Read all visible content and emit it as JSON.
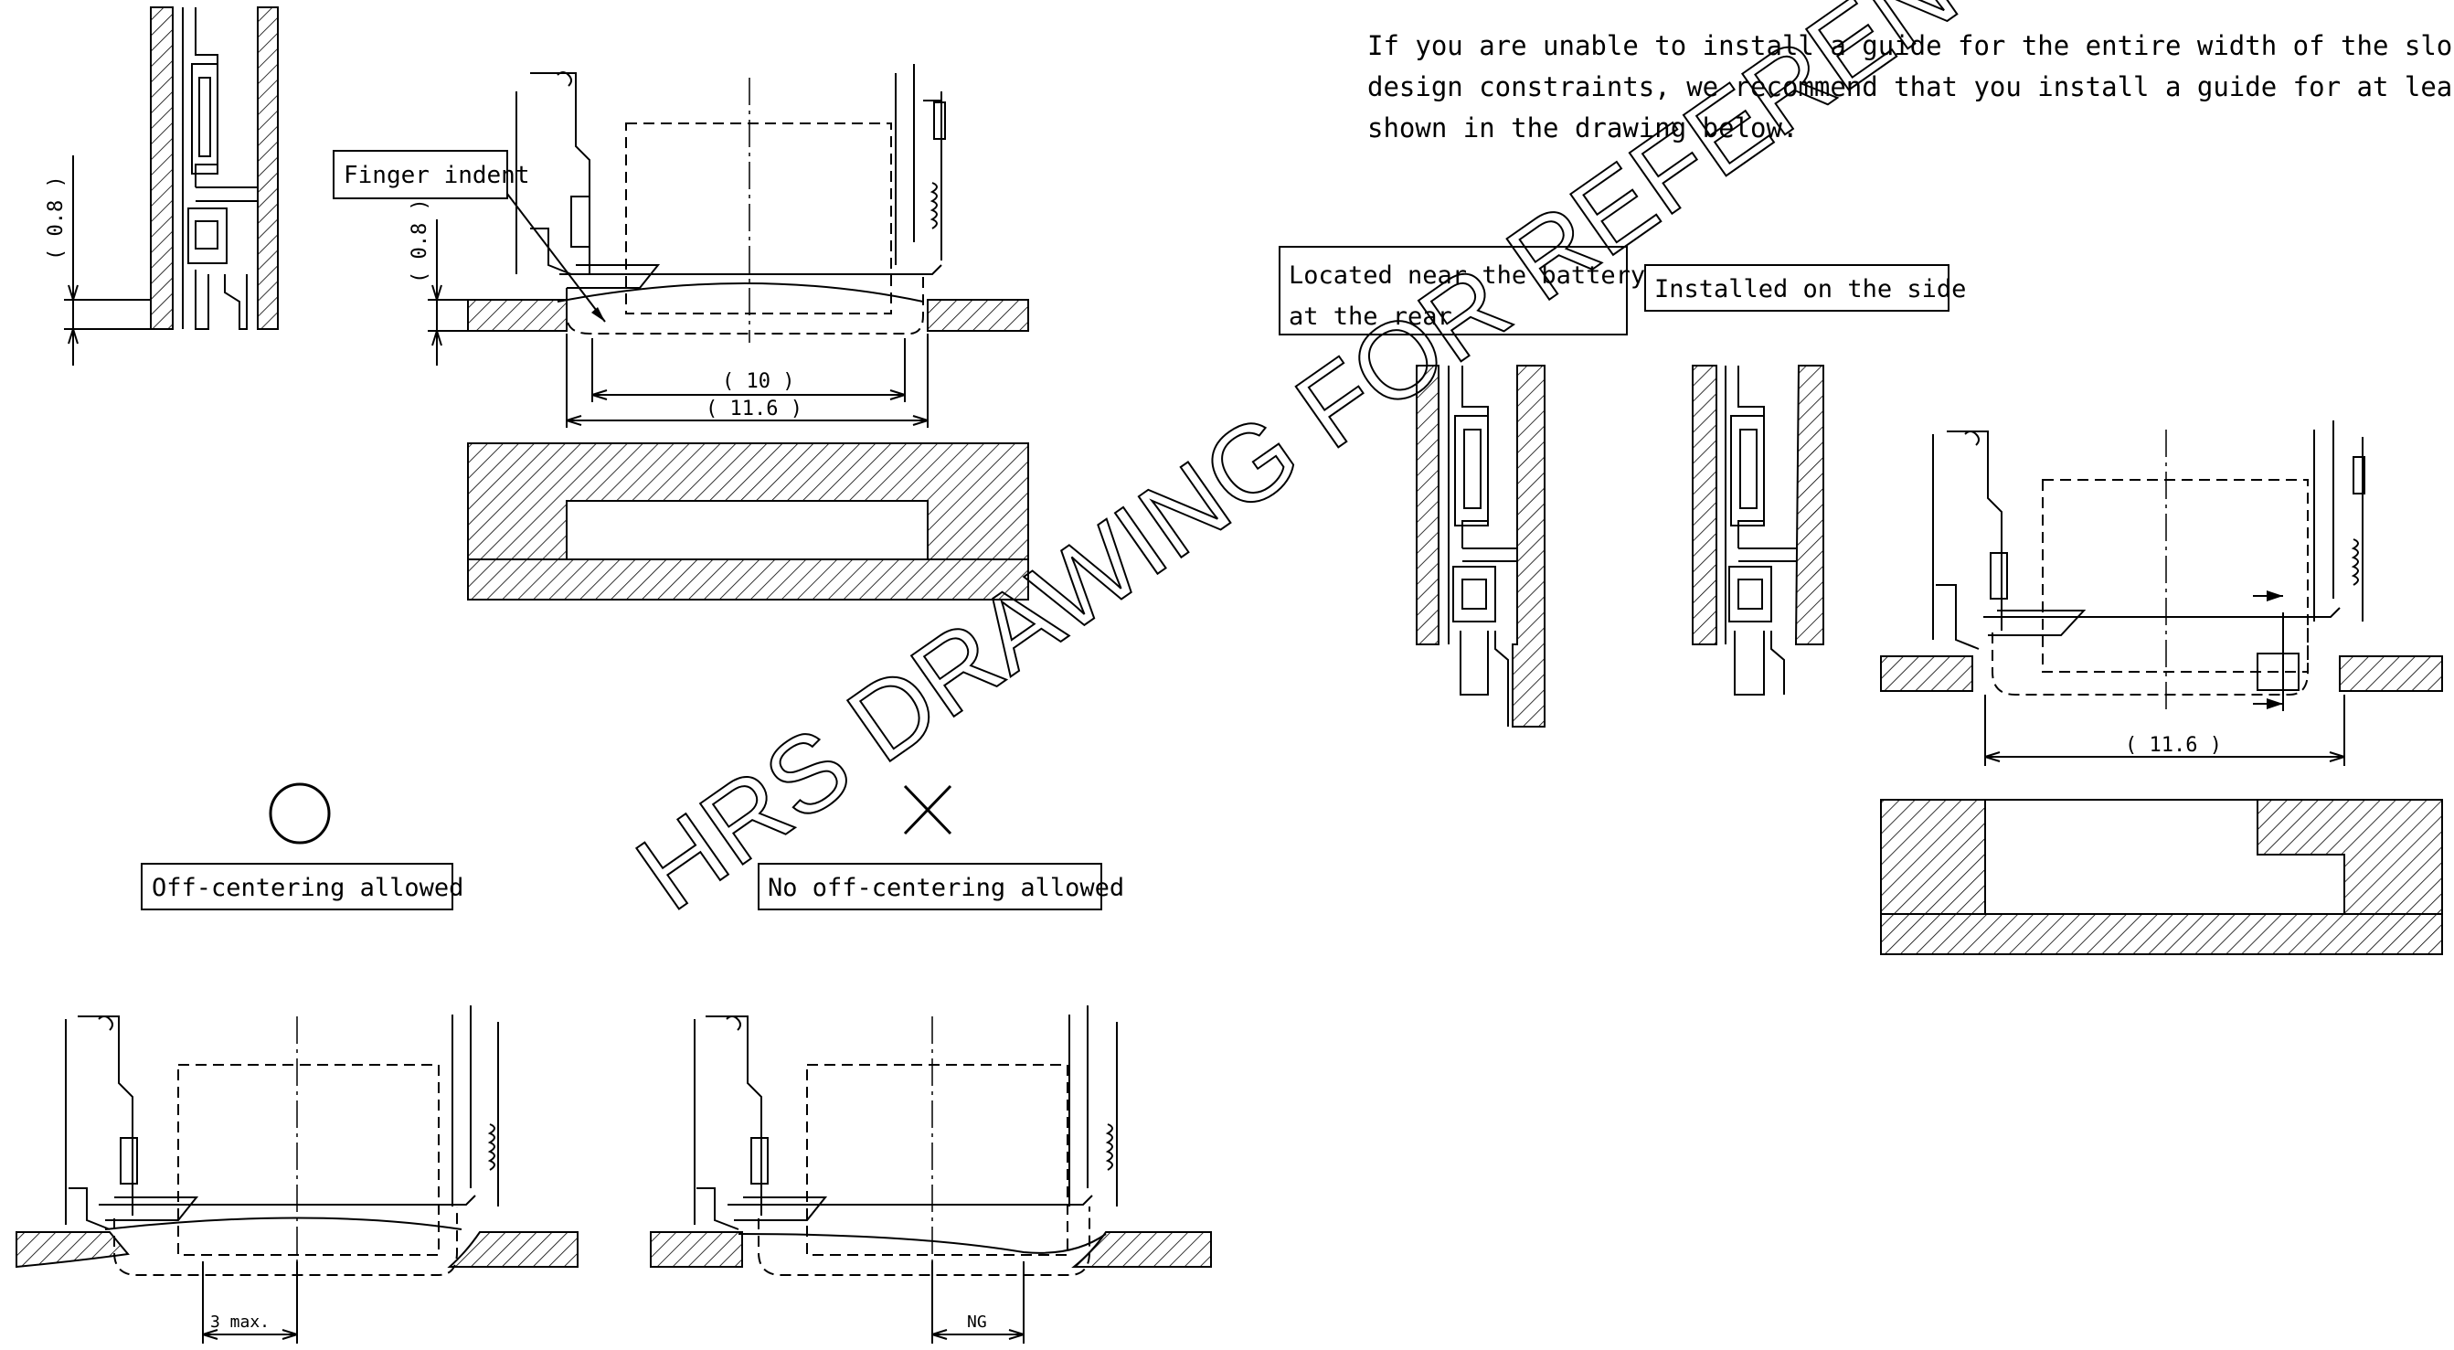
{
  "note_lines": [
    "If you are unable to install a guide for the entire width of the slot due to",
    "design constraints, we recommend that you install a guide for at least the area",
    "shown in the drawing below."
  ],
  "labels": {
    "finger_indent": "Finger indent",
    "off_centering_allowed": "Off-centering allowed",
    "no_off_centering_allowed": "No off-centering allowed",
    "near_battery_line1": "Located near the battery",
    "near_battery_line2": "at the rear",
    "installed_side": "Installed on the side"
  },
  "dimensions": {
    "left_gap": "( 0.8 )",
    "mid_gap": "( 0.8 )",
    "width_10": "( 10 )",
    "width_11_6": "( 11.6 )",
    "right_width": "( 11.6 )",
    "max_offset": "3 max.",
    "ng": "NG"
  },
  "symbols": {
    "ok": "circle",
    "ng": "cross"
  },
  "watermark": "HRS DRAWING FOR REFERENCE"
}
